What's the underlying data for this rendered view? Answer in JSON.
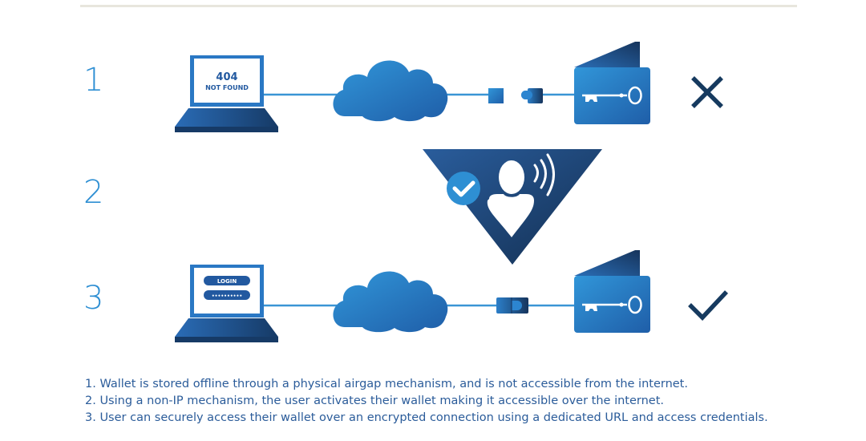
{
  "steps": [
    {
      "number": "1",
      "screen_title": "404",
      "screen_subtitle": "NOT FOUND",
      "status": "x-icon"
    },
    {
      "number": "2",
      "status": "check-badge-icon"
    },
    {
      "number": "3",
      "login_label": "LOGIN",
      "password_mask": "••••••••••",
      "status": "check-icon"
    }
  ],
  "notes": [
    "1. Wallet is stored offline through a physical airgap mechanism, and is not accessible from the internet.",
    "2. Using a non-IP mechanism, the user activates their wallet making it accessible over the internet.",
    "3. User can securely access their wallet over an encrypted connection using a dedicated URL and access credentials."
  ],
  "colors": {
    "accent": "#2e8fd3",
    "dark": "#163a5f",
    "navy": "#1b3f6e",
    "text": "#2b5c9a",
    "divider": "#e8e6dd"
  }
}
